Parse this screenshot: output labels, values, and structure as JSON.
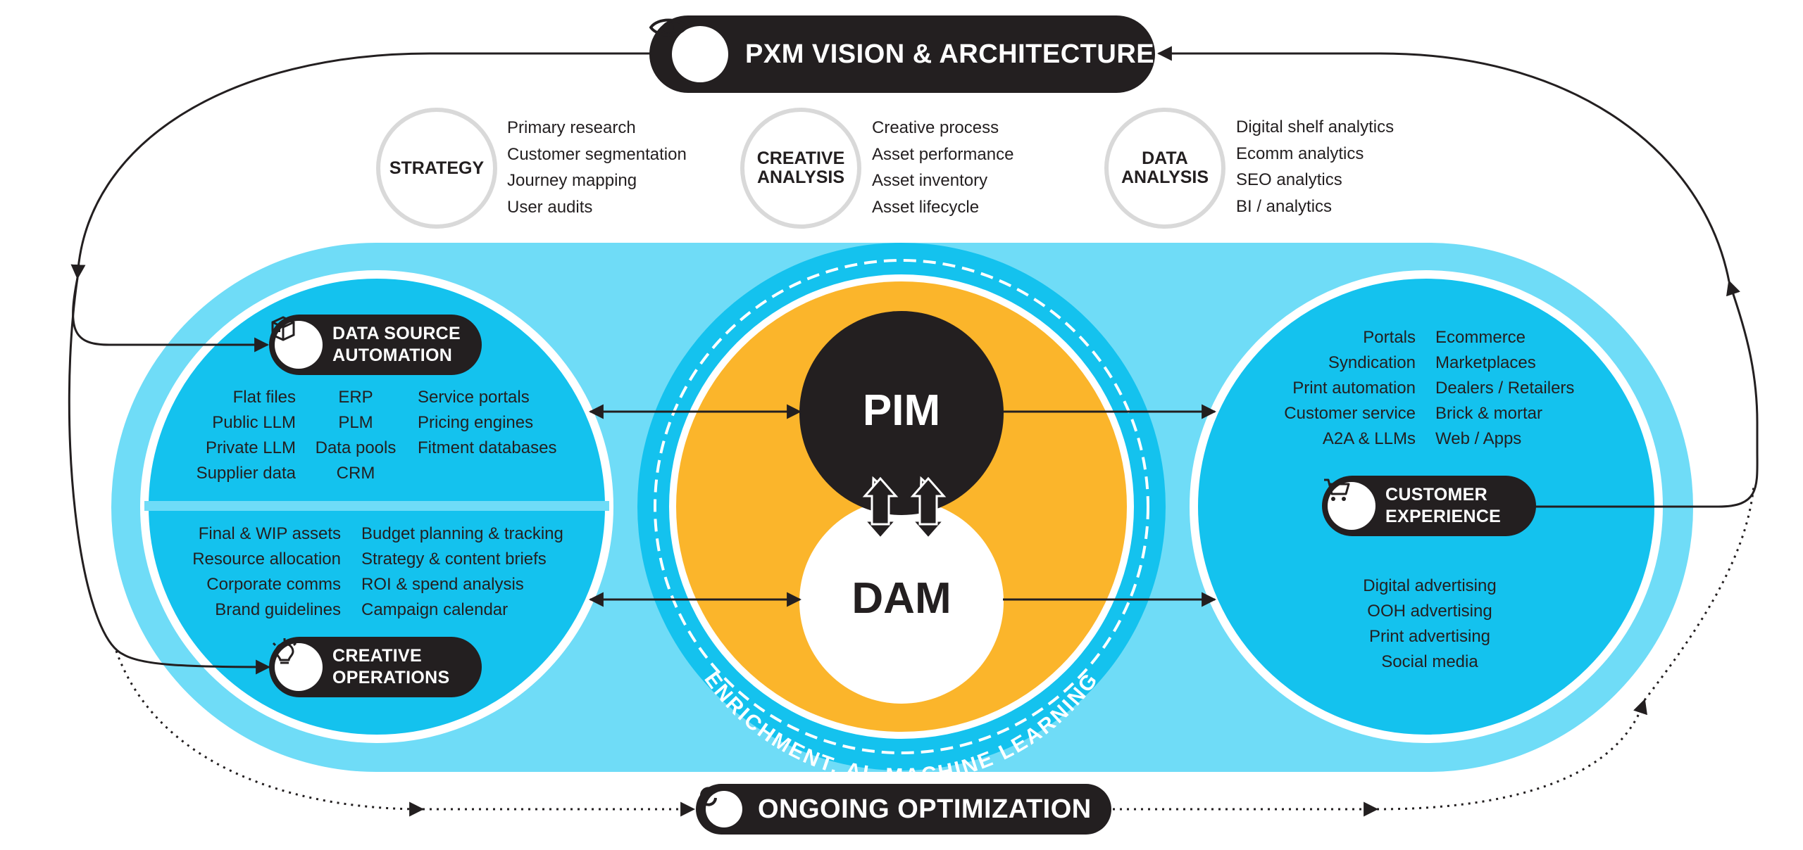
{
  "header": {
    "title": "PXM VISION & ARCHITECTURE",
    "icon": "eye-icon"
  },
  "footer": {
    "title": "ONGOING OPTIMIZATION",
    "icon": "refresh-icon"
  },
  "analysis": [
    {
      "label": "STRATEGY",
      "items": [
        "Primary research",
        "Customer segmentation",
        "Journey mapping",
        "User audits"
      ]
    },
    {
      "label_line1": "CREATIVE",
      "label_line2": "ANALYSIS",
      "items": [
        "Creative process",
        "Asset performance",
        "Asset inventory",
        "Asset lifecycle"
      ]
    },
    {
      "label_line1": "DATA",
      "label_line2": "ANALYSIS",
      "items": [
        "Digital shelf analytics",
        "Ecomm analytics",
        "SEO analytics",
        "BI / analytics"
      ]
    }
  ],
  "data_source": {
    "label_line1": "DATA SOURCE",
    "label_line2": "AUTOMATION",
    "icon": "box-icon",
    "col1": [
      "Flat files",
      "Public LLM",
      "Private LLM",
      "Supplier data"
    ],
    "col2": [
      "ERP",
      "PLM",
      "Data pools",
      "CRM"
    ],
    "col3": [
      "Service portals",
      "Pricing engines",
      "Fitment databases"
    ]
  },
  "creative_ops": {
    "label_line1": "CREATIVE",
    "label_line2": "OPERATIONS",
    "icon": "lightbulb-icon",
    "col1": [
      "Final & WIP assets",
      "Resource allocation",
      "Corporate comms",
      "Brand guidelines"
    ],
    "col2": [
      "Budget planning & tracking",
      "Strategy & content briefs",
      "ROI & spend analysis",
      "Campaign calendar"
    ]
  },
  "core": {
    "pim": "PIM",
    "dam": "DAM",
    "ring_text": "ENRICHMENT, AI, MACHINE LEARNING"
  },
  "customer_experience": {
    "label_line1": "CUSTOMER",
    "label_line2": "EXPERIENCE",
    "icon": "cart-icon",
    "col1": [
      "Portals",
      "Syndication",
      "Print automation",
      "Customer service",
      "A2A & LLMs"
    ],
    "col2": [
      "Ecommerce",
      "Marketplaces",
      "Dealers / Retailers",
      "Brick & mortar",
      "Web / Apps"
    ],
    "ads": [
      "Digital advertising",
      "OOH advertising",
      "Print advertising",
      "Social media"
    ]
  },
  "colors": {
    "dark": "#231f20",
    "light_blue": "#6fdcf7",
    "mid_blue": "#14c2ee",
    "orange": "#fbb52b",
    "ring_grey": "#d9d9d9"
  }
}
